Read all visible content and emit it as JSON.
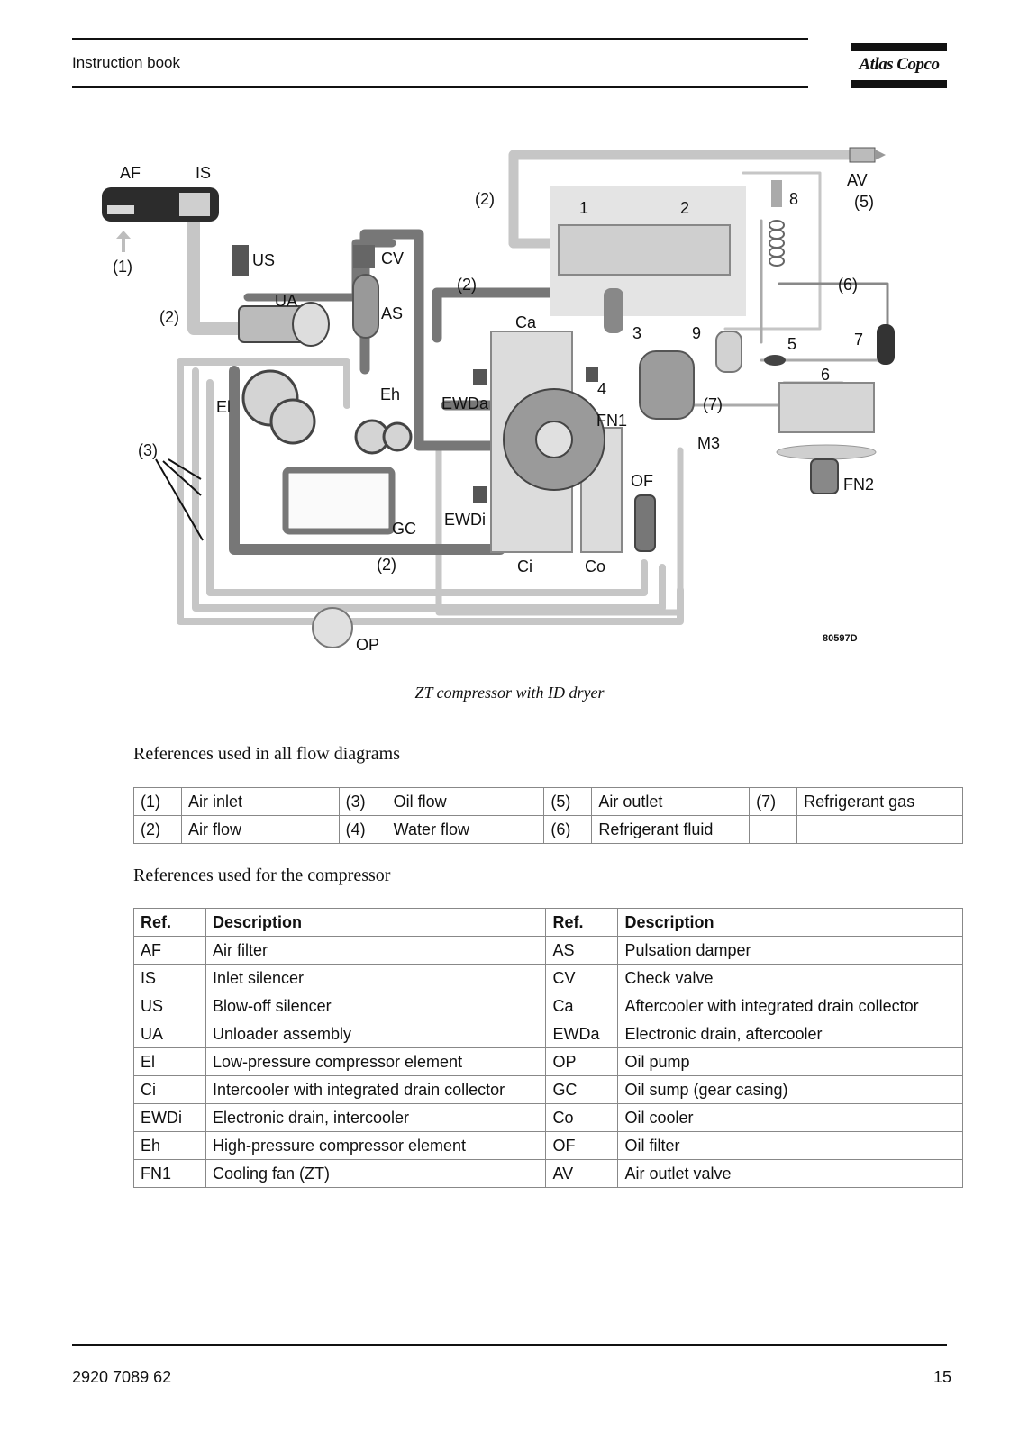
{
  "header": {
    "title": "Instruction book",
    "logo_text": "Atlas Copco"
  },
  "diagram": {
    "labels": {
      "AF": "AF",
      "IS": "IS",
      "p1": "(1)",
      "p2a": "(2)",
      "US": "US",
      "UA": "UA",
      "CV": "CV",
      "AS": "AS",
      "p2b": "(2)",
      "p2c": "(2)",
      "Ca": "Ca",
      "n1": "1",
      "n2": "2",
      "n3": "3",
      "n4": "4",
      "n5": "5",
      "n6": "6",
      "n7": "7",
      "n8": "8",
      "n9": "9",
      "AV": "AV",
      "p5": "(5)",
      "p6": "(6)",
      "p7": "(7)",
      "El": "El",
      "Eh": "Eh",
      "EWDa": "EWDa",
      "FN1": "FN1",
      "M3": "M3",
      "p3": "(3)",
      "EWDi": "EWDi",
      "GC": "GC",
      "OF": "OF",
      "FN2": "FN2",
      "p2d": "(2)",
      "Ci": "Ci",
      "Co": "Co",
      "OP": "OP",
      "code": "80597D"
    }
  },
  "caption": "ZT compressor with ID dryer",
  "flow_refs": {
    "heading": "References used in all flow diagrams",
    "rows": [
      [
        "(1)",
        "Air inlet",
        "(3)",
        "Oil flow",
        "(5)",
        "Air outlet",
        "(7)",
        "Refrigerant gas"
      ],
      [
        "(2)",
        "Air flow",
        "(4)",
        "Water flow",
        "(6)",
        "Refrigerant fluid",
        "",
        ""
      ]
    ]
  },
  "compressor_refs": {
    "heading": "References used for the compressor",
    "columns": [
      "Ref.",
      "Description",
      "Ref.",
      "Description"
    ],
    "rows": [
      [
        "AF",
        "Air filter",
        "AS",
        "Pulsation damper"
      ],
      [
        "IS",
        "Inlet silencer",
        "CV",
        "Check valve"
      ],
      [
        "US",
        "Blow-off silencer",
        "Ca",
        "Aftercooler with integrated drain collector"
      ],
      [
        "UA",
        "Unloader assembly",
        "EWDa",
        "Electronic drain, aftercooler"
      ],
      [
        "El",
        "Low-pressure compressor element",
        "OP",
        "Oil pump"
      ],
      [
        "Ci",
        "Intercooler with integrated drain collector",
        "GC",
        "Oil sump (gear casing)"
      ],
      [
        "EWDi",
        "Electronic drain, intercooler",
        "Co",
        "Oil cooler"
      ],
      [
        "Eh",
        "High-pressure compressor element",
        "OF",
        "Oil filter"
      ],
      [
        "FN1",
        "Cooling fan (ZT)",
        "AV",
        "Air outlet valve"
      ]
    ]
  },
  "footer": {
    "doc_number": "2920 7089 62",
    "page_number": "15"
  }
}
